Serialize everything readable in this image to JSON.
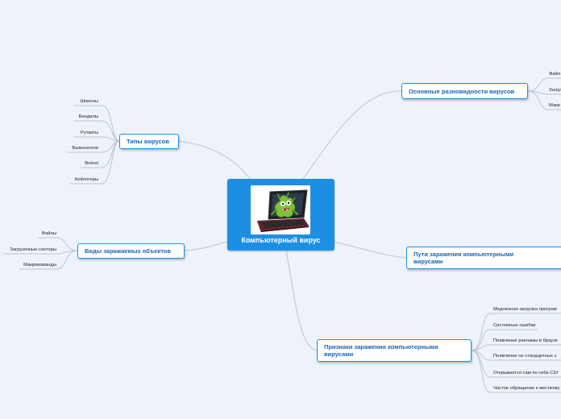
{
  "central": {
    "title": "Компьютерный вирус",
    "image": "laptop-virus-monster-image"
  },
  "branches": {
    "types": {
      "label": "Типы вирусов",
      "items": [
        "Шпионы",
        "Вандалы",
        "Руткиты",
        "Вымогатели",
        "Botnet",
        "Кейлогеры"
      ]
    },
    "objects": {
      "label": "Виды заражаемых объектов",
      "items": [
        "Файлы",
        "Загрузочные секторы",
        "Макрокоманды"
      ]
    },
    "main_kinds": {
      "label": "Основные разновидности вирусов",
      "items": [
        "Файл",
        "Загру",
        "Макр"
      ]
    },
    "paths": {
      "label_line1": "Пути заражения компьютерными",
      "label_line2": "вирусами"
    },
    "signs": {
      "label_line1": "Признаки заражения компьютерными",
      "label_line2": "вирусами",
      "items": [
        "Медленная загрузка програм",
        "Системные ошибки",
        "Появление рекламы в браузе",
        "Появление не стандартных з",
        "Открывается сам по себе CD/",
        "Частое обращение к жесткому"
      ]
    }
  },
  "colors": {
    "background": "#eef3fb",
    "central_fill": "#1d8fe2",
    "node_border": "#1d8fe2",
    "node_text": "#1a64b8",
    "line": "#b9c3d1"
  }
}
